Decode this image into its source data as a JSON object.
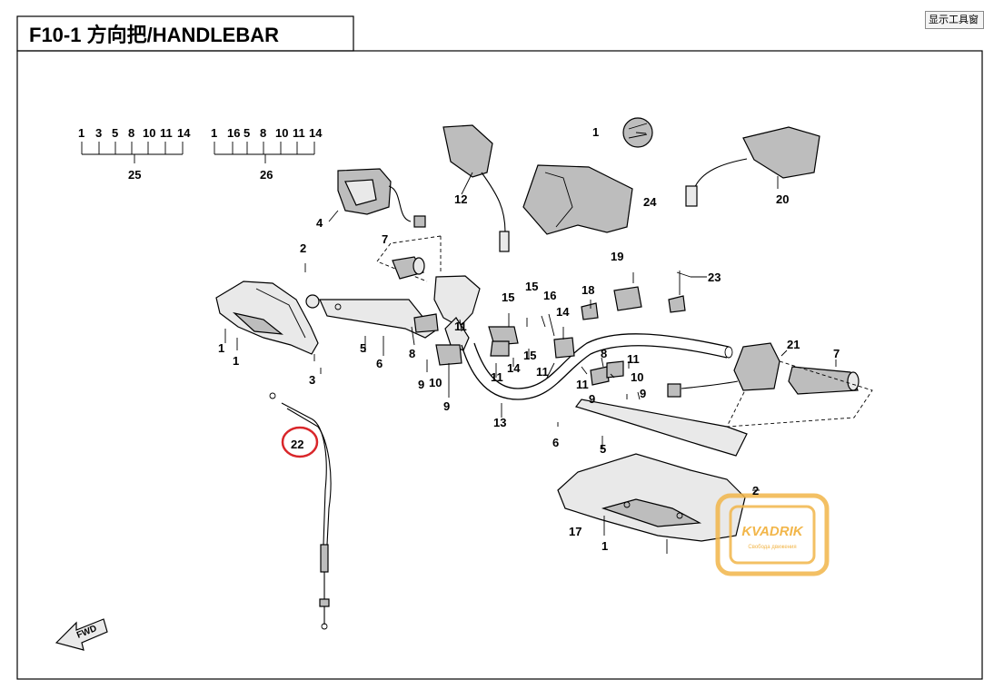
{
  "title": "F10-1 方向把/HANDLEBAR",
  "tooltip": "显示工具窗",
  "highlight_color": "#d9262a",
  "watermark": {
    "brand": "KVADRIK",
    "slogan": "Свобода движения",
    "color": "#f2b64a"
  },
  "fwd_label": "FWD",
  "groups": {
    "g25": {
      "items": [
        "1",
        "3",
        "5",
        "8",
        "10",
        "11",
        "14"
      ],
      "label": "25"
    },
    "g26": {
      "items": [
        "1",
        "16",
        "5",
        "8",
        "10",
        "11",
        "14"
      ],
      "label": "26"
    }
  },
  "callouts": [
    "1",
    "1",
    "2",
    "2",
    "3",
    "4",
    "5",
    "5",
    "6",
    "6",
    "7",
    "7",
    "8",
    "8",
    "9",
    "9",
    "9",
    "9",
    "10",
    "10",
    "11",
    "11",
    "11",
    "11",
    "11",
    "12",
    "13",
    "14",
    "14",
    "15",
    "15",
    "15",
    "16",
    "17",
    "18",
    "19",
    "20",
    "21",
    "22",
    "23",
    "24",
    "1",
    "1"
  ]
}
